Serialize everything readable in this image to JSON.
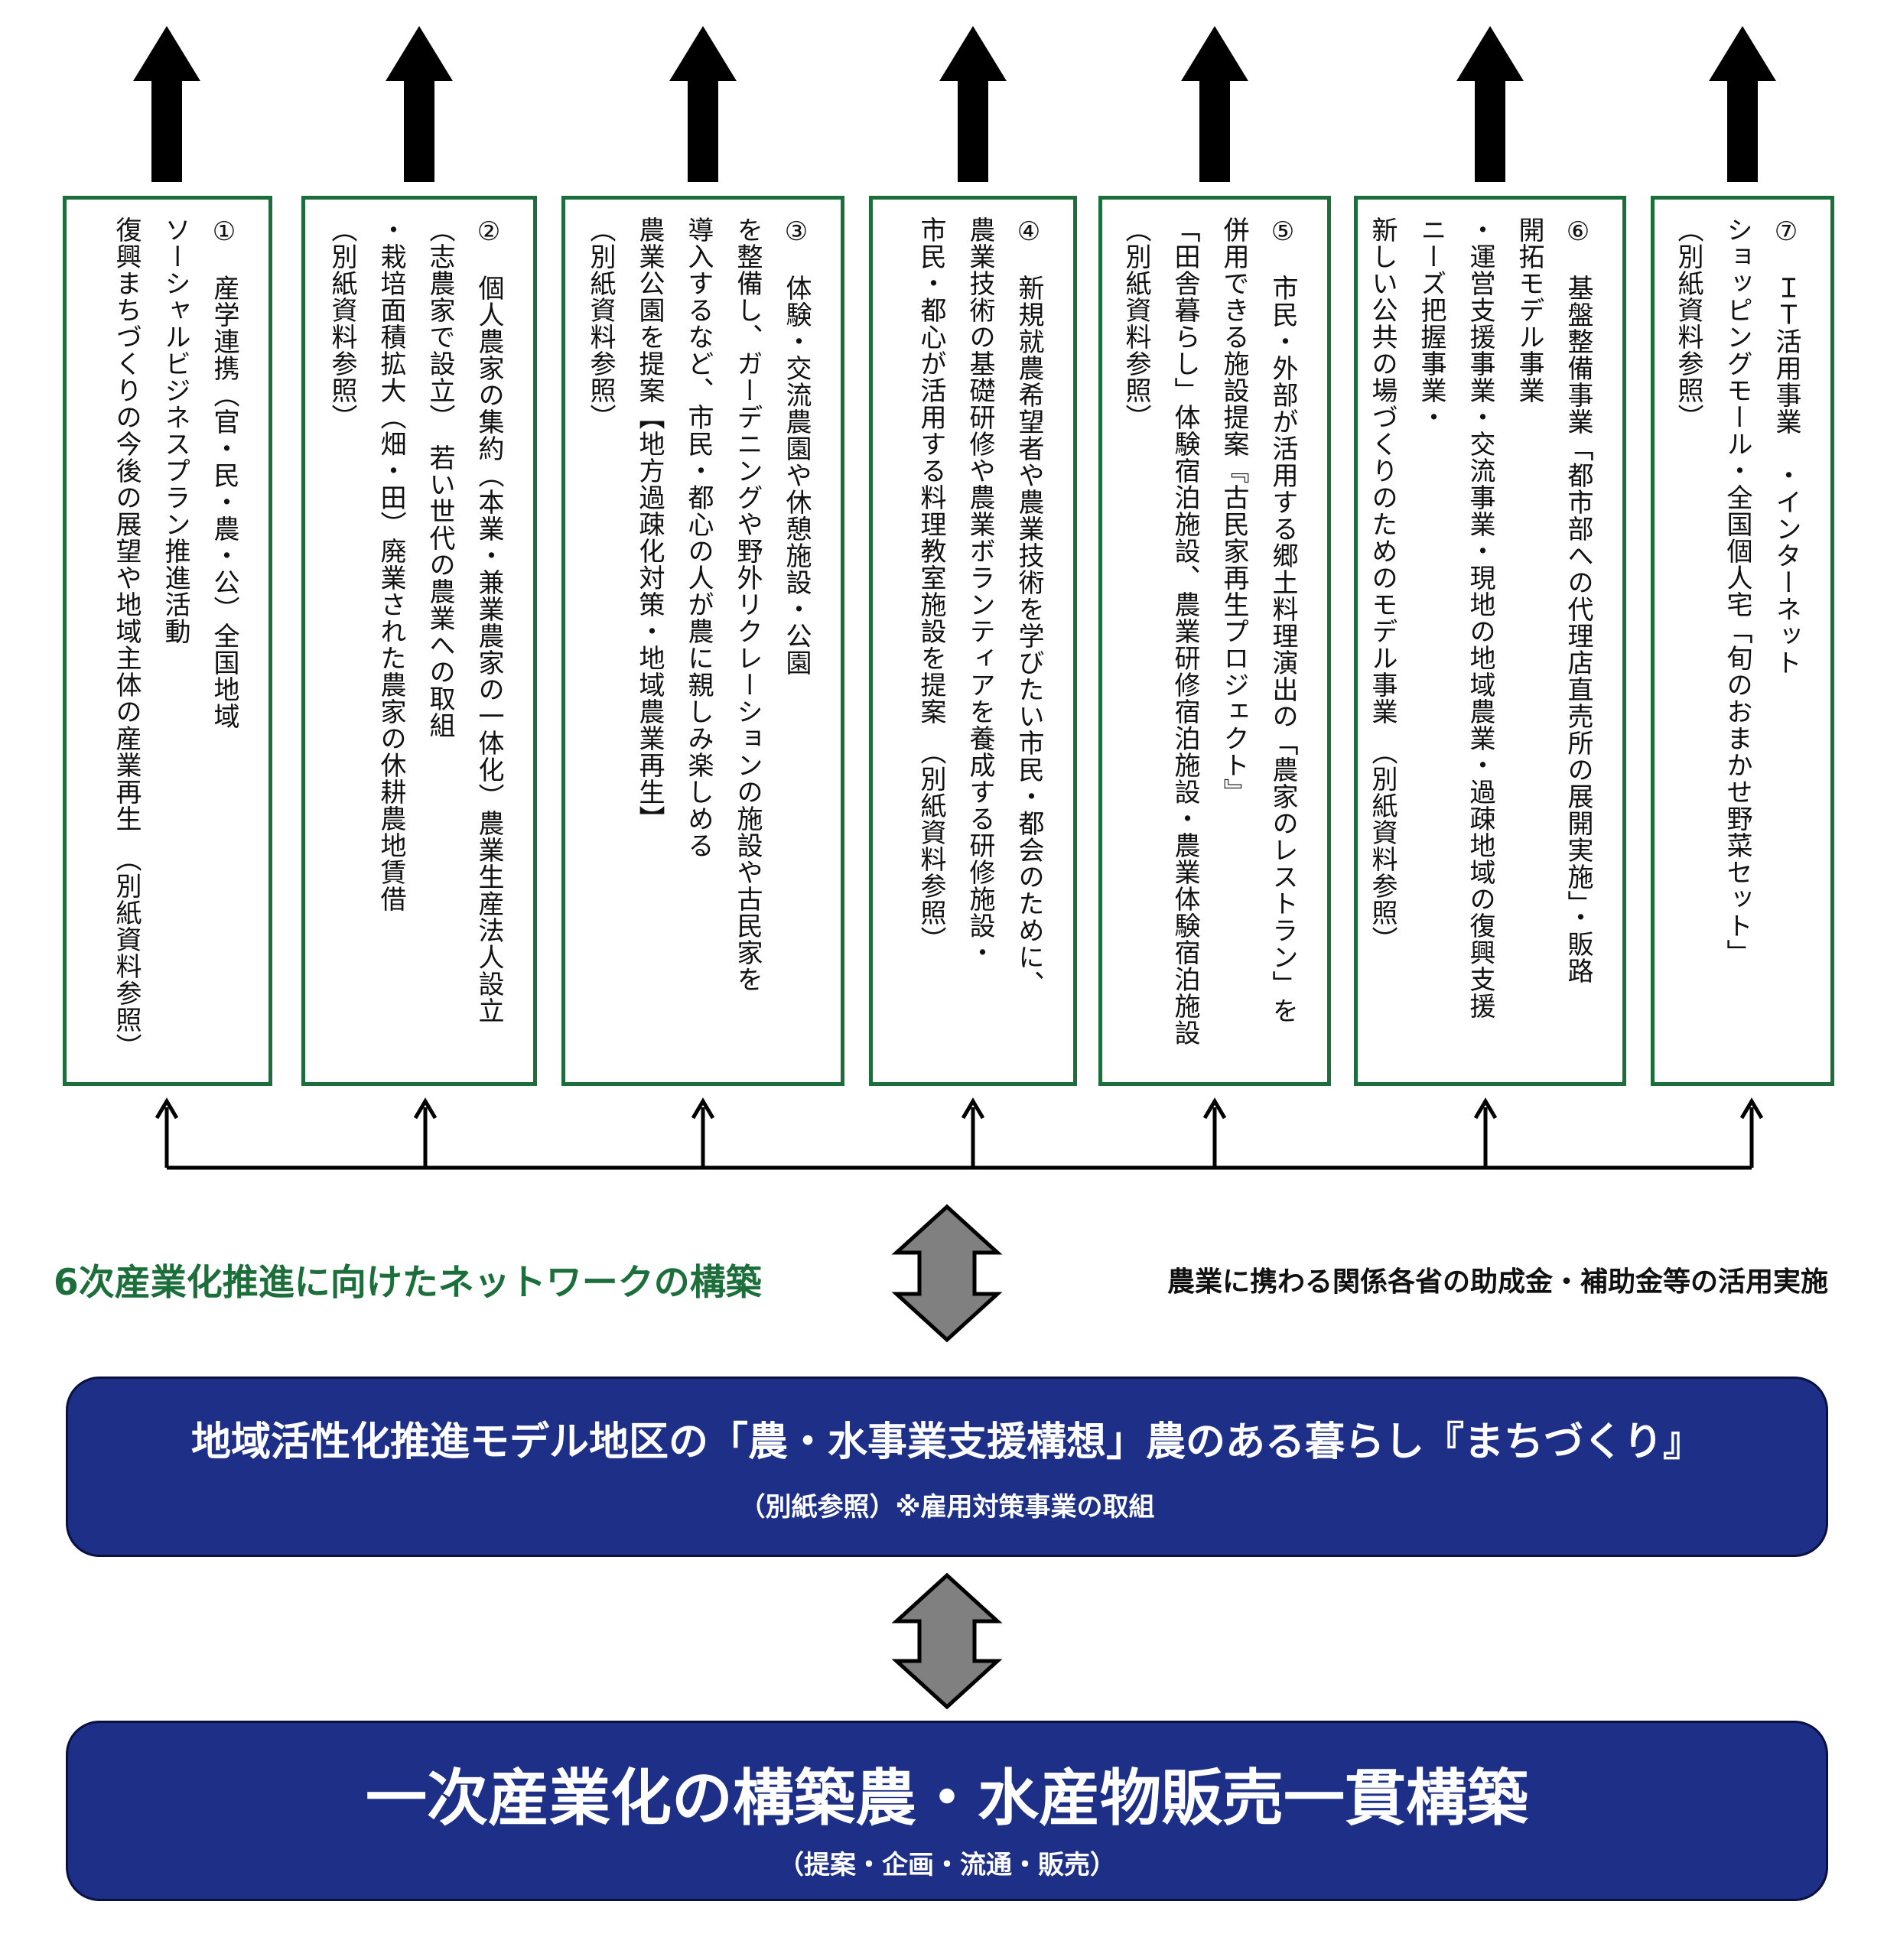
{
  "boxes": [
    {
      "id": "box-1",
      "lines": [
        "①　産学連携（官・民・農・公）全国地域",
        "ソーシャルビジネスプラン推進活動",
        "復興まちづくりの今後の展望や地域主体の産業再生　（別紙資料参照）"
      ]
    },
    {
      "id": "box-2",
      "lines": [
        "②　個人農家の集約（本業・兼業農家の一体化）農業生産法人設立",
        "（志農家で設立）　若い世代の農業への取組",
        "・栽培面積拡大（畑・田）廃業された農家の休耕農地賃借",
        "（別紙資料参照）"
      ]
    },
    {
      "id": "box-3",
      "lines": [
        "③　体験・交流農園や休憩施設・公園",
        "を整備し、ガーデニングや野外リクレーションの施設や古民家を",
        "導入するなど、市民・都心の人が農に親しみ楽しめる",
        "農業公園を提案【地方過疎化対策・地域農業再生】",
        "（別紙資料参照）"
      ]
    },
    {
      "id": "box-4",
      "lines": [
        "④　新規就農希望者や農業技術を学びたい市民・都会のために、",
        "農業技術の基礎研修や農業ボランティアを養成する研修施設・",
        "市民・都心が活用する料理教室施設を提案　（別紙資料参照）"
      ]
    },
    {
      "id": "box-5",
      "lines": [
        "⑤　市民・外部が活用する郷土料理演出の「農家のレストラン」を",
        "併用できる施設提案『古民家再生プロジェクト』",
        "「田舎暮らし」体験宿泊施設、農業研修宿泊施設・農業体験宿泊施設",
        "（別紙資料参照）"
      ]
    },
    {
      "id": "box-6",
      "lines": [
        "⑥　基盤整備事業「都市部への代理店直売所の展開実施」・販路",
        "開拓モデル事業",
        "・運営支援事業・交流事業・現地の地域農業・過疎地域の復興支援",
        "ニーズ把握事業・",
        "新しい公共の場づくりのためのモデル事業　（別紙資料参照）"
      ]
    },
    {
      "id": "box-7",
      "lines": [
        "⑦　ＩＴ活用事業　・インターネット",
        "ショッピングモール・全国個人宅「旬のおまかせ野菜セット」",
        "（別紙資料参照）"
      ]
    }
  ],
  "network": {
    "label": "6次産業化推進に向けたネットワークの構築",
    "subsidy": "農業に携わる関係各省の助成金・補助金等の活用実施"
  },
  "model_banner": {
    "title": "地域活性化推進モデル地区の「農・水事業支援構想」農のある暮らし『まちづくり』",
    "subtitle": "（別紙参照）※雇用対策事業の取組"
  },
  "primary_banner": {
    "title": "一次産業化の構築農・水産物販売一貫構築",
    "subtitle": "（提案・企画・流通・販売）"
  },
  "colors": {
    "box_border": "#1c6e3a",
    "network_label": "#1c6e3a",
    "banner_fill": "#1d2f86",
    "double_arrow_fill": "#808080",
    "up_arrow_fill": "#000000"
  }
}
